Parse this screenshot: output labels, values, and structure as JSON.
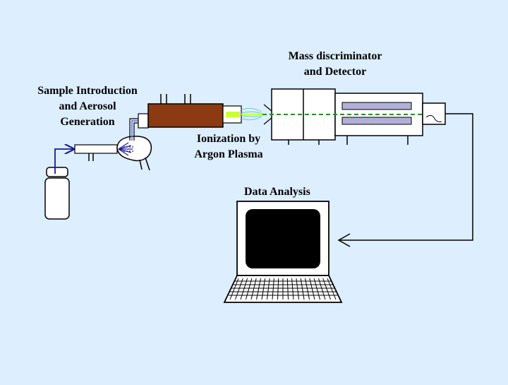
{
  "labels": {
    "sample": {
      "line1": "Sample Introduction",
      "line2": "and Aerosol",
      "line3": "Generation"
    },
    "mass": {
      "line1": "Mass discriminator",
      "line2": "and Detector"
    },
    "ionization": {
      "line1": "Ionization by",
      "line2": "Argon Plasma"
    },
    "data": {
      "line1": "Data Analysis"
    }
  },
  "colors": {
    "background": "#ddeeff",
    "torch": "#8b3a12",
    "sample_line": "#1a1a99",
    "ion_beam": "#2a8a2a",
    "plasma": "#ccff33",
    "lens_plate": "#b0b0d8"
  }
}
